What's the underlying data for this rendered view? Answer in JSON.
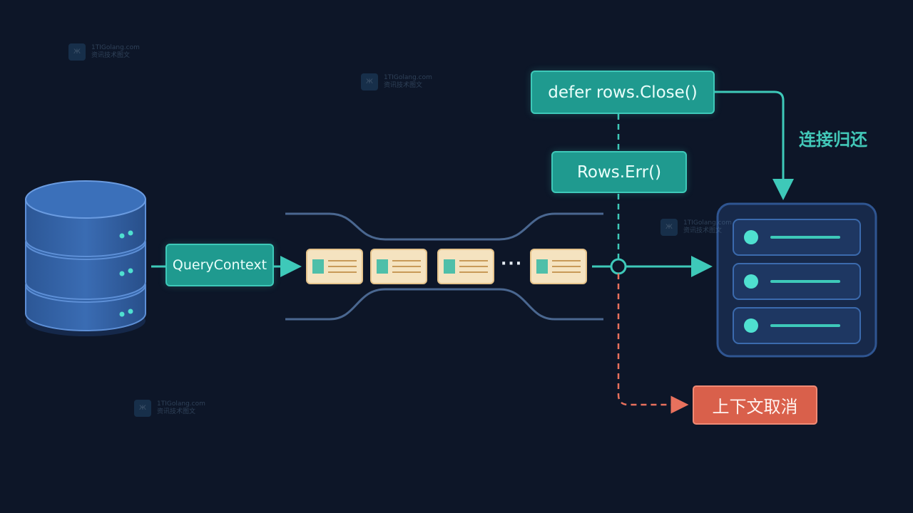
{
  "labels": {
    "query_context": "QueryContext",
    "defer_close": "defer rows.Close()",
    "rows_err": "Rows.Err()",
    "return_connection": "连接归还",
    "context_cancel": "上下文取消",
    "ellipsis": "···"
  },
  "icons": {
    "database": "database-cylinder-icon",
    "connection_pool": "server-rack-icon",
    "row": "row-card-icon"
  },
  "colors": {
    "background": "#0d1628",
    "teal": "#1f9a8f",
    "teal_bright": "#3ec9b9",
    "cancel_red": "#d9604b",
    "db_blue": "#2e5a9c",
    "row_card": "#f5e3c0",
    "pipe": "#4a6790"
  },
  "watermark": {
    "site": "1TIGolang.com",
    "subtitle": "资讯技术图文"
  }
}
